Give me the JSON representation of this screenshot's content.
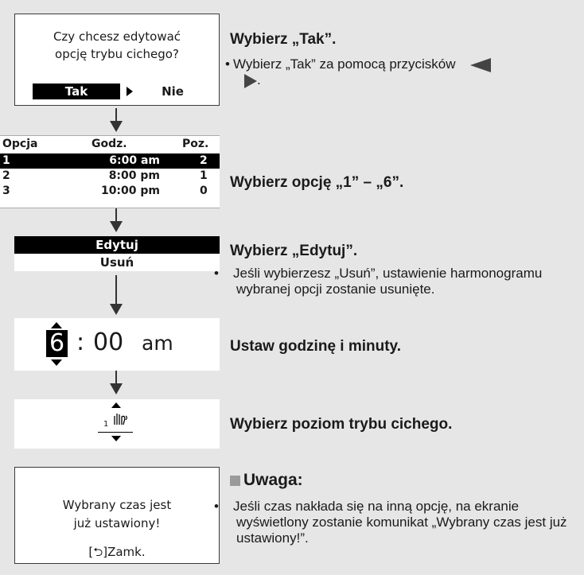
{
  "step1": {
    "question_line1": "Czy chcesz edytować",
    "question_line2": "opcję trybu cichego?",
    "yes": "Tak",
    "no": "Nie",
    "heading": "Wybierz „Tak”.",
    "bullet_text": "Wybierz „Tak” za pomocą przycisków",
    "bullet_end": "."
  },
  "step2": {
    "columns": [
      "Opcja",
      "Godz.",
      "Poz."
    ],
    "rows": [
      {
        "opt": "1",
        "time": "6:00 am",
        "level": "2"
      },
      {
        "opt": "2",
        "time": "8:00 pm",
        "level": "1"
      },
      {
        "opt": "3",
        "time": "10:00 pm",
        "level": "0"
      }
    ],
    "heading": "Wybierz opcję „1” – „6”."
  },
  "step3": {
    "edit": "Edytuj",
    "delete": "Usuń",
    "heading": "Wybierz „Edytuj”.",
    "bullet_text": "Jeśli wybierzesz „Usuń”, ustawienie harmonogramu wybranej opcji zostanie usunięte."
  },
  "step4": {
    "hour": "6",
    "separator": ":",
    "minute": "00",
    "ampm": "am",
    "heading": "Ustaw godzinę i minuty."
  },
  "step5": {
    "digit": "1",
    "heading": "Wybierz poziom trybu cichego."
  },
  "note": {
    "msg_line1": "Wybrany czas jest",
    "msg_line2": "już ustawiony!",
    "close": "[⮌]Zamk.",
    "heading": "Uwaga:",
    "bullet_text": "Jeśli czas nakłada się na inną opcję, na ekranie wyświetlony zostanie komunikat „Wybrany czas jest już ustawiony!”."
  }
}
